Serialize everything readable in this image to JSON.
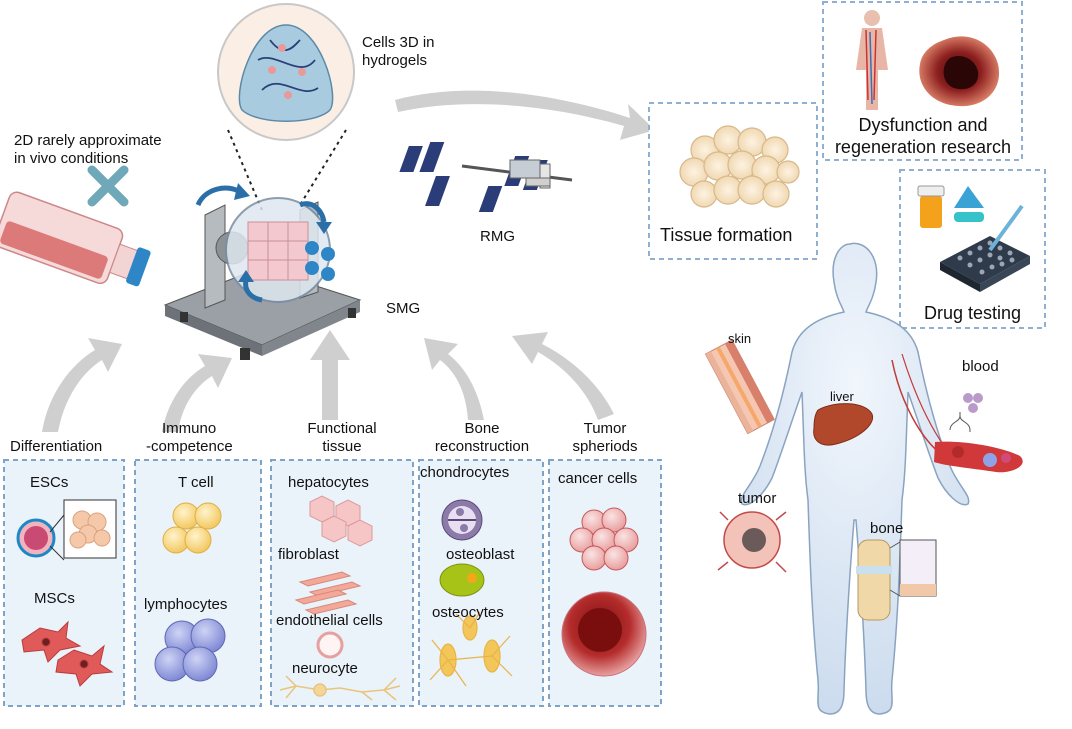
{
  "top": {
    "cells3d": [
      "Cells 3D in",
      "hydrogels"
    ],
    "twod": [
      "2D  rarely approximate",
      "in vivo conditions"
    ],
    "rmg": "RMG",
    "smg": "SMG"
  },
  "outcomes": {
    "tissue_formation": "Tissue formation",
    "dysfunction": [
      "Dysfunction and",
      "regeneration research"
    ],
    "drug_testing": "Drug testing"
  },
  "categories": [
    {
      "title": [
        "Differentiation"
      ],
      "cells": [
        "ESCs",
        "MSCs"
      ]
    },
    {
      "title": [
        "Immuno",
        "-competence"
      ],
      "cells": [
        "T cell",
        "lymphocytes"
      ]
    },
    {
      "title": [
        "Functional",
        "tissue"
      ],
      "cells": [
        "hepatocytes",
        "fibroblast",
        "endothelial cells",
        "neurocyte"
      ]
    },
    {
      "title": [
        "Bone",
        "reconstruction"
      ],
      "cells": [
        "chondrocytes",
        "osteoblast",
        "osteocytes"
      ]
    },
    {
      "title": [
        "Tumor",
        "spheriods"
      ],
      "cells": [
        "cancer cells"
      ]
    }
  ],
  "body_labels": {
    "skin": "skin",
    "liver": "liver",
    "blood": "blood",
    "tumor": "tumor",
    "bone": "bone"
  },
  "colors": {
    "box_border": "#7fa3c6",
    "box_fill": "#eaf2fa",
    "arrow": "#c8c8c8",
    "cross": "#6fa8b8",
    "body": "#dce8f5"
  }
}
